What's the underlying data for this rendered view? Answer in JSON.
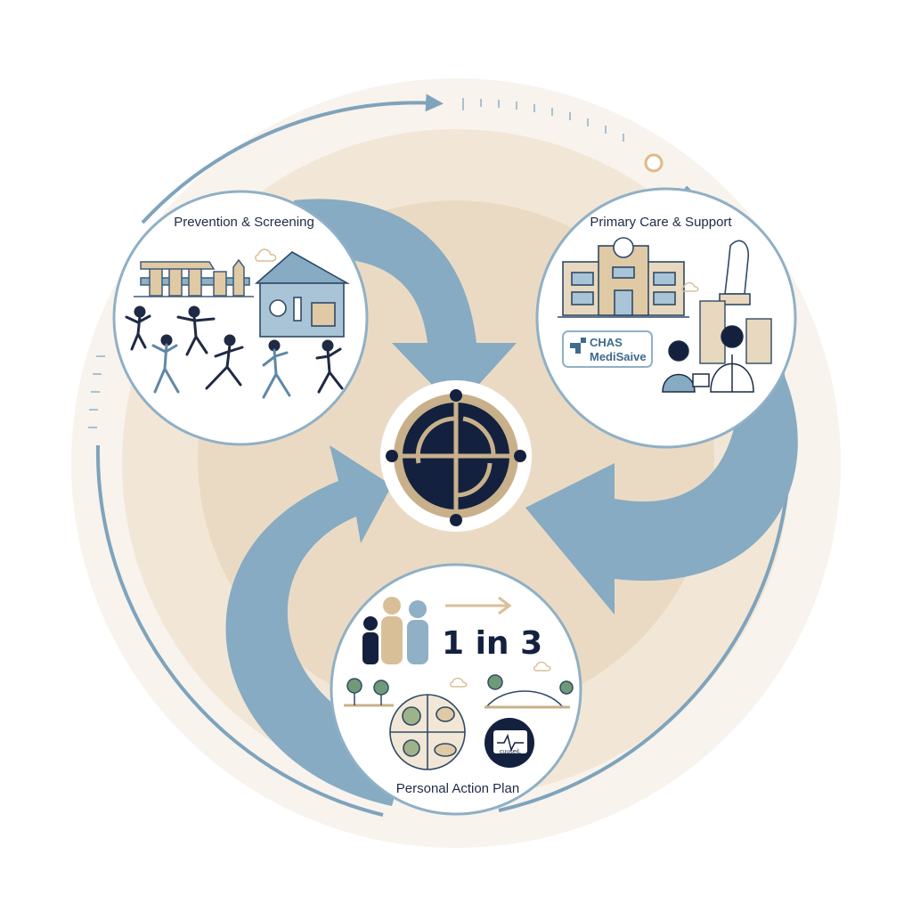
{
  "colors": {
    "background": "#ffffff",
    "outer_disc": "#f7f2ea",
    "inner_disc": "#eddcc5",
    "arrow_blue": "#86abc3",
    "ring_blue": "#7ea3bd",
    "navy": "#13213f",
    "tan": "#c8b08a"
  },
  "hub": {
    "icon": "target-crosshair-icon"
  },
  "nodes": {
    "prevention": {
      "title": "Prevention & Screening",
      "icons": [
        "city-skyline-icon",
        "screening-tent-icon",
        "exercising-people-icon"
      ]
    },
    "primary_care": {
      "title": "Primary Care & Support",
      "clinic_icon": "clinic-building-icon",
      "badge_line1": "CHAS",
      "badge_line2": "MediSaive",
      "icons": [
        "merlion-statue-icon",
        "hdb-flats-icon",
        "doctor-patient-icon"
      ]
    },
    "action_plan": {
      "title": "Personal Action Plan",
      "stat": "1 in 3",
      "monitor_text": "cuuseiL",
      "icons": [
        "three-people-icon",
        "healthy-plate-icon",
        "park-trees-icon",
        "bridge-icon",
        "vital-monitor-icon"
      ]
    }
  }
}
